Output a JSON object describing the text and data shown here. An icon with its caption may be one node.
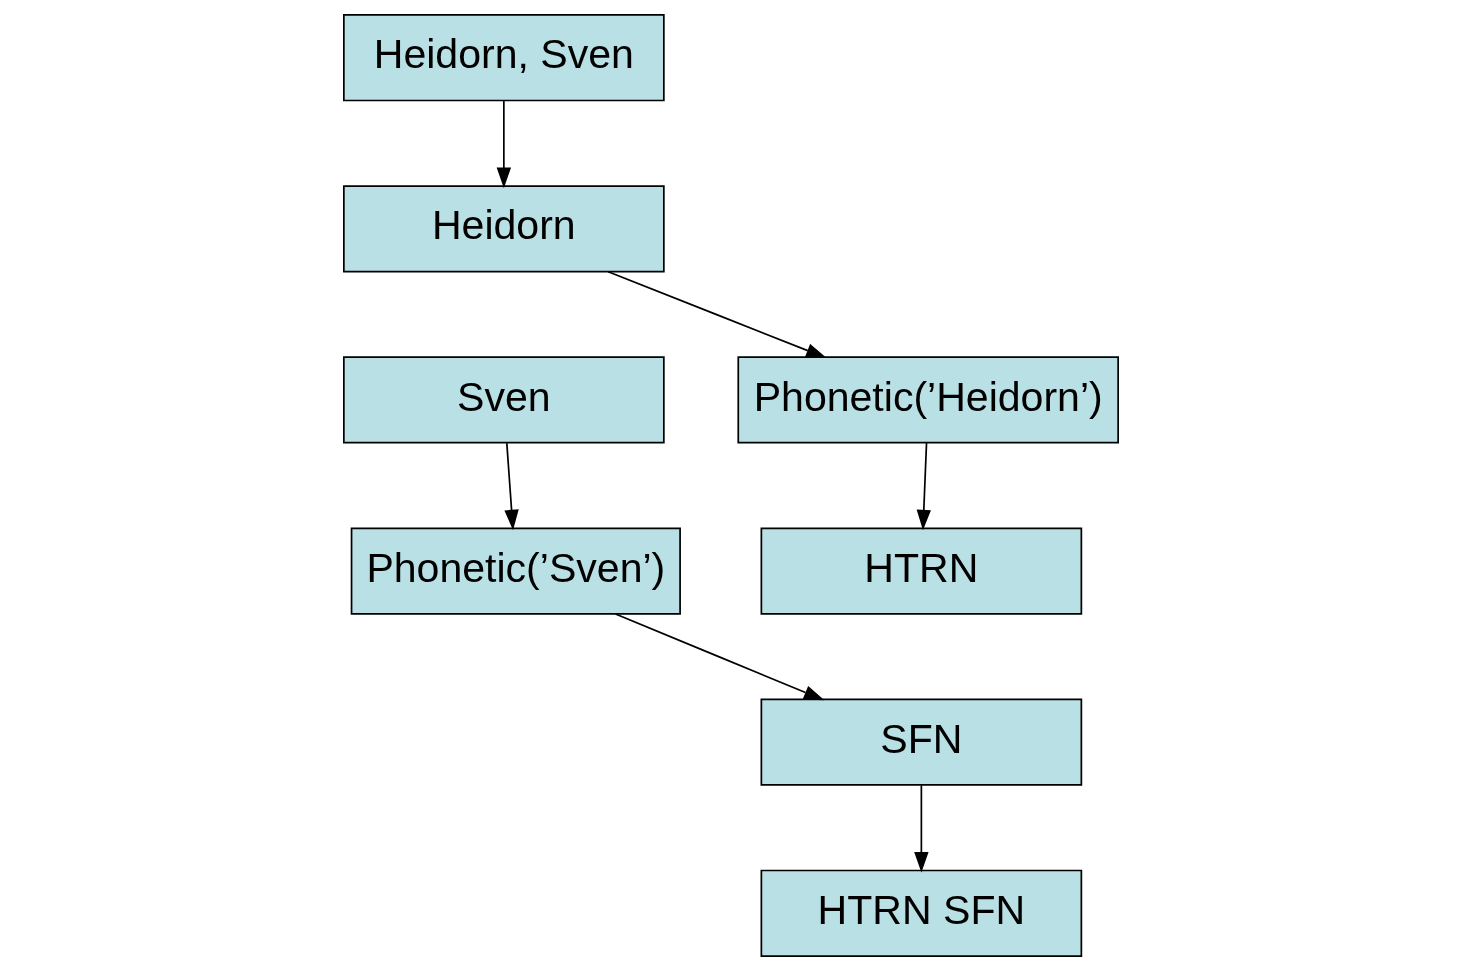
{
  "diagram": {
    "nodes": [
      {
        "text": [
          "Heidorn, Sven"
        ]
      },
      {
        "text": [
          "Heidorn"
        ]
      },
      {
        "text": [
          "Sven"
        ]
      },
      {
        "text": [
          "Phonetic(’Heidorn’)"
        ]
      },
      {
        "text": [
          "Phonetic(’Sven’)"
        ]
      },
      {
        "text": [
          "HTRN"
        ]
      },
      {
        "text": [
          "SFN"
        ]
      },
      {
        "text": [
          "HTRN SFN"
        ]
      }
    ],
    "edges": [
      {
        "from": 0,
        "to": 1,
        "arrow": "to"
      },
      {
        "from": 1,
        "to": 3,
        "arrow": "to"
      },
      {
        "from": 2,
        "to": 4,
        "arrow": "to"
      },
      {
        "from": 3,
        "to": 5,
        "arrow": "to"
      },
      {
        "from": 4,
        "to": 6,
        "arrow": "to"
      },
      {
        "from": 6,
        "to": 7,
        "arrow": "to"
      }
    ]
  }
}
